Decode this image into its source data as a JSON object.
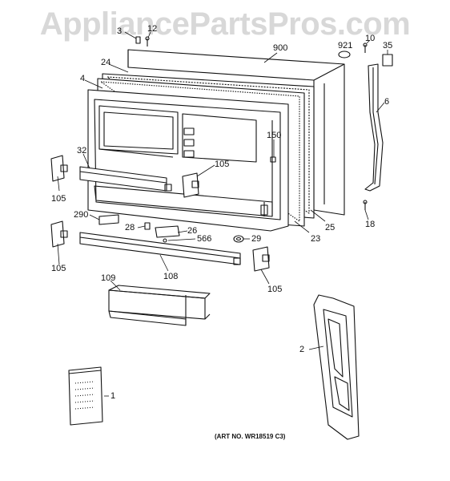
{
  "watermark": "AppliancePartsPros.com",
  "art_number": "(ART NO. WR18519 C3)",
  "callouts": [
    {
      "id": "c3",
      "text": "3"
    },
    {
      "id": "c12",
      "text": "12"
    },
    {
      "id": "c900",
      "text": "900"
    },
    {
      "id": "c921",
      "text": "921"
    },
    {
      "id": "c10",
      "text": "10"
    },
    {
      "id": "c35",
      "text": "35"
    },
    {
      "id": "c24",
      "text": "24"
    },
    {
      "id": "c4",
      "text": "4"
    },
    {
      "id": "c6",
      "text": "6"
    },
    {
      "id": "c150",
      "text": "150"
    },
    {
      "id": "c32",
      "text": "32"
    },
    {
      "id": "c105a",
      "text": "105"
    },
    {
      "id": "c105b",
      "text": "105"
    },
    {
      "id": "c105c",
      "text": "105"
    },
    {
      "id": "c105d",
      "text": "105"
    },
    {
      "id": "c290",
      "text": "290"
    },
    {
      "id": "c28",
      "text": "28"
    },
    {
      "id": "c26",
      "text": "26"
    },
    {
      "id": "c566",
      "text": "566"
    },
    {
      "id": "c29",
      "text": "29"
    },
    {
      "id": "c23",
      "text": "23"
    },
    {
      "id": "c25",
      "text": "25"
    },
    {
      "id": "c18",
      "text": "18"
    },
    {
      "id": "c108",
      "text": "108"
    },
    {
      "id": "c109",
      "text": "109"
    },
    {
      "id": "c2",
      "text": "2"
    },
    {
      "id": "c1",
      "text": "1"
    }
  ]
}
